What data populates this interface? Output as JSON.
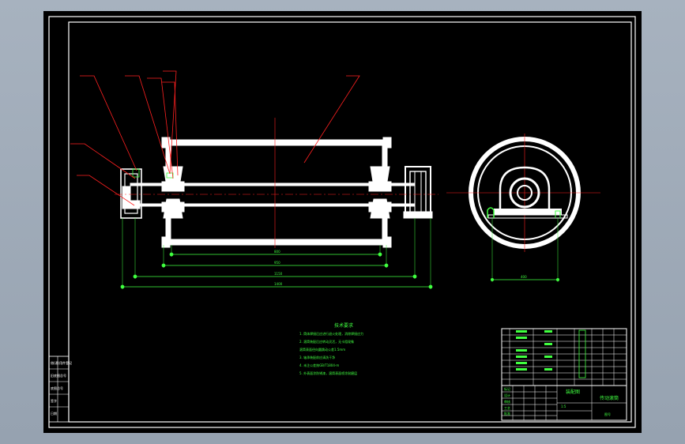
{
  "drawing": {
    "background": "#000000",
    "line_color": "#ffffff",
    "dimension_color": "#40ff40",
    "leader_color": "#ff2020",
    "tech_requirements": {
      "heading": "技术要求",
      "lines": [
        "1. 筒体焊接后应进行退火处理，消除焊接应力",
        "2. 滚筒装配后应转动灵活，无卡阻现象",
        "   滚筒表面径向圆跳动公差1.5mm",
        "3. 轴承装配前应清洗干净",
        "4. 未注公差按GB/T1804-m",
        "5. 外表面涂防锈漆，滚筒表面喷涂耐磨层"
      ]
    },
    "title_block": {
      "drawing_title": "传动滚筒",
      "material": "装配图",
      "scale": "1:5",
      "drawing_no": "图号",
      "row_labels": [
        "标记",
        "设计",
        "审核",
        "工艺",
        "批准"
      ]
    },
    "dimensions": {
      "d1": "800",
      "d2": "950",
      "d3": "1150",
      "d4": "1400",
      "d5": "400"
    },
    "side_table": [
      "借(通)用件登记",
      "旧底图总号",
      "底图总号",
      "签字",
      "日期"
    ]
  }
}
